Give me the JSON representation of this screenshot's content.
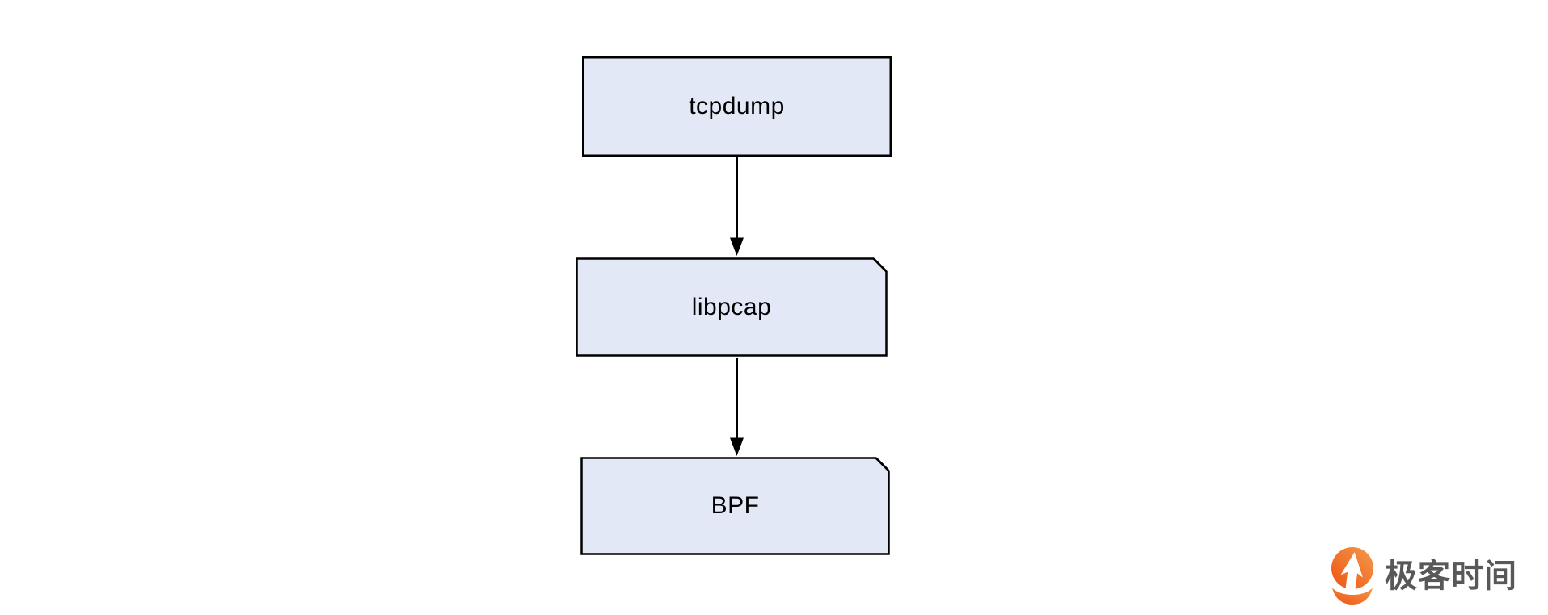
{
  "colors": {
    "node_fill": "#e3e8f7",
    "node_border": "#000000",
    "arrow": "#000000",
    "logo_orange_dark": "#ec5414",
    "logo_orange_light": "#f59a4b",
    "logo_text_color": "#595757",
    "page_bg": "#ffffff"
  },
  "diagram": {
    "nodes": [
      {
        "id": "tcpdump",
        "label": "tcpdump",
        "shape": "rectangle"
      },
      {
        "id": "libpcap",
        "label": "libpcap",
        "shape": "card-folded-corner"
      },
      {
        "id": "bpf",
        "label": "BPF",
        "shape": "card-folded-corner"
      }
    ],
    "edges": [
      {
        "from": "tcpdump",
        "to": "libpcap",
        "direction": "down",
        "style": "solid-arrow"
      },
      {
        "from": "libpcap",
        "to": "bpf",
        "direction": "down",
        "style": "solid-arrow"
      }
    ]
  },
  "branding": {
    "logo_text": "极客时间"
  }
}
